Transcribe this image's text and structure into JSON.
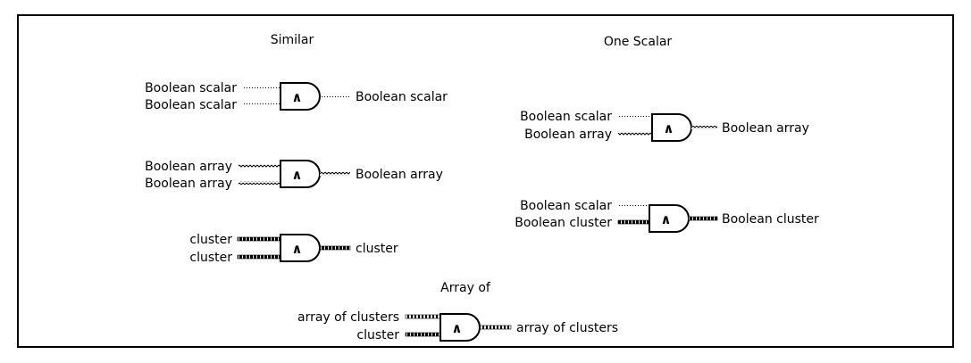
{
  "headings": {
    "similar": "Similar",
    "one_scalar": "One Scalar",
    "array_of": "Array of"
  },
  "gate_symbol": "∧",
  "gates": [
    {
      "id": "sim-scalar",
      "inputs": [
        "Boolean scalar",
        "Boolean scalar"
      ],
      "input_wires": [
        "scalar",
        "scalar"
      ],
      "output": "Boolean scalar",
      "output_wire": "scalar"
    },
    {
      "id": "sim-array",
      "inputs": [
        "Boolean array",
        "Boolean array"
      ],
      "input_wires": [
        "array",
        "array"
      ],
      "output": "Boolean array",
      "output_wire": "array"
    },
    {
      "id": "sim-cluster",
      "inputs": [
        "cluster",
        "cluster"
      ],
      "input_wires": [
        "cluster",
        "cluster"
      ],
      "output": "cluster",
      "output_wire": "cluster"
    },
    {
      "id": "one-array",
      "inputs": [
        "Boolean scalar",
        "Boolean array"
      ],
      "input_wires": [
        "scalar",
        "array"
      ],
      "output": "Boolean array",
      "output_wire": "array"
    },
    {
      "id": "one-cluster",
      "inputs": [
        "Boolean scalar",
        "Boolean cluster"
      ],
      "input_wires": [
        "scalar",
        "cluster"
      ],
      "output": "Boolean cluster",
      "output_wire": "cluster"
    },
    {
      "id": "arr-clusters",
      "inputs": [
        "array of clusters",
        "cluster"
      ],
      "input_wires": [
        "array-cluster",
        "cluster"
      ],
      "output": "array of clusters",
      "output_wire": "array-cluster"
    }
  ]
}
